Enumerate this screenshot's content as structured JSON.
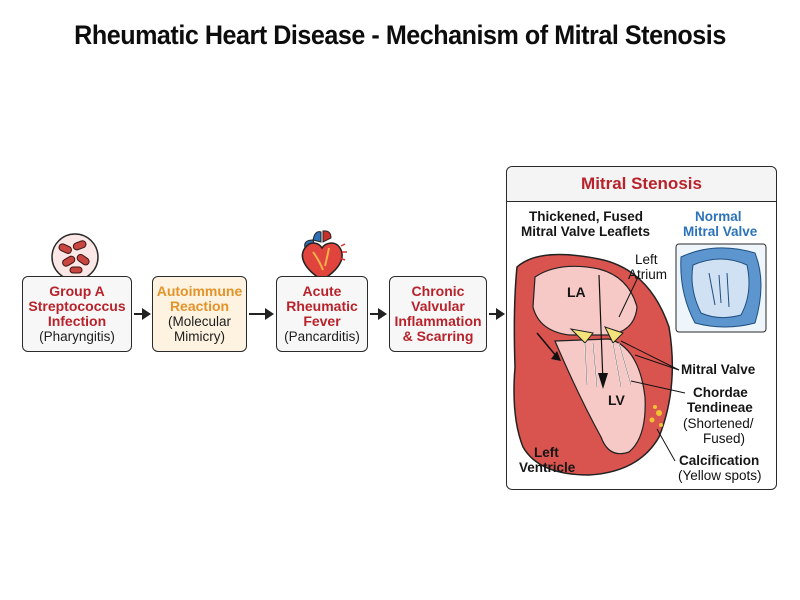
{
  "title": "Rheumatic Heart Disease - Mechanism of Mitral Stenosis",
  "steps": [
    {
      "line1": "Group A",
      "line2": "Streptococcus",
      "line3": "Infection",
      "sub": "(Pharyngitis)"
    },
    {
      "line1": "Autoimmune",
      "line2": "Reaction",
      "sub1": "(Molecular",
      "sub2": "Mimicry)"
    },
    {
      "line1": "Acute",
      "line2": "Rheumatic",
      "line3": "Fever",
      "sub": "(Pancarditis)"
    },
    {
      "line1": "Chronic",
      "line2": "Valvular",
      "line3": "Inflammation",
      "line4": "& Scarring"
    }
  ],
  "panel": {
    "title": "Mitral Stenosis",
    "thickened_1": "Thickened, Fused",
    "thickened_2": "Mitral Valve Leaflets",
    "normal_1": "Normal",
    "normal_2": "Mitral Valve",
    "left_atrium_1": "Left",
    "left_atrium_2": "Atrium",
    "la": "LA",
    "lv": "LV",
    "mitral_valve": "Mitral Valve",
    "chordae_1": "Chordae",
    "chordae_2": "Tendineae",
    "chordae_3": "(Shortened/",
    "chordae_4": "Fused)",
    "left_ventricle_1": "Left",
    "left_ventricle_2": "Ventricle",
    "calc_1": "Calcification",
    "calc_2": "(Yellow spots)"
  },
  "colors": {
    "accent_red": "#b8232b",
    "accent_orange": "#e3932a",
    "normal_blue": "#2d73b8",
    "tissue_pink": "#f6c9c6",
    "muscle_red": "#d9544f",
    "calcification_yellow": "#f1c232"
  },
  "icons": [
    "bacteria-icon",
    "heart-icon"
  ]
}
